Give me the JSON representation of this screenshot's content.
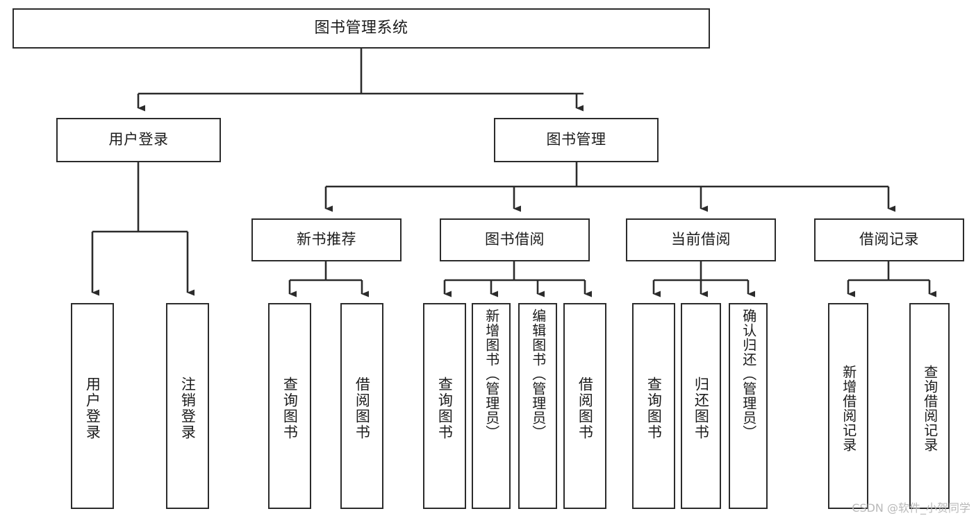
{
  "diagram": {
    "title": "图书管理系统",
    "type": "tree-structure-chart",
    "orientation": "top-down",
    "watermark": "CSDN @软件_小贺同学",
    "colors": {
      "box_border": "#2b2b2b",
      "box_fill": "#ffffff",
      "edge": "#2b2b2b",
      "text": "#1b1b1b",
      "watermark": "#b9b9b9",
      "background": "#ffffff"
    },
    "levels": {
      "root": "图书管理系统",
      "level2": [
        "用户登录",
        "图书管理"
      ],
      "level3": [
        "新书推荐",
        "图书借阅",
        "当前借阅",
        "借阅记录"
      ]
    },
    "nodes": {
      "root": {
        "label": "图书管理系统"
      },
      "user_login": {
        "label": "用户登录"
      },
      "book_manage": {
        "label": "图书管理"
      },
      "new_book_rec": {
        "label": "新书推荐"
      },
      "book_borrow": {
        "label": "图书借阅"
      },
      "current_borrow": {
        "label": "当前借阅"
      },
      "borrow_record": {
        "label": "借阅记录"
      },
      "leaf_user_login": {
        "label": "用户登录"
      },
      "leaf_logout": {
        "label": "注销登录"
      },
      "leaf_query_book_1": {
        "label": "查询图书"
      },
      "leaf_borrow_book_1": {
        "label": "借阅图书"
      },
      "leaf_query_book_2": {
        "label": "查询图书"
      },
      "leaf_add_book_admin": {
        "label": "新增图书（管理员）"
      },
      "leaf_edit_book_admin": {
        "label": "编辑图书（管理员）"
      },
      "leaf_borrow_book_2": {
        "label": "借阅图书"
      },
      "leaf_query_book_3": {
        "label": "查询图书"
      },
      "leaf_return_book": {
        "label": "归还图书"
      },
      "leaf_confirm_return_admin": {
        "label": "确认归还（管理员）"
      },
      "leaf_add_borrow_record": {
        "label": "新增借阅记录"
      },
      "leaf_query_borrow_record": {
        "label": "查询借阅记录"
      }
    },
    "edges": [
      {
        "from": "root",
        "to": "用户登录"
      },
      {
        "from": "root",
        "to": "图书管理"
      },
      {
        "from": "用户登录",
        "to": "用户登录(叶)"
      },
      {
        "from": "用户登录",
        "to": "注销登录"
      },
      {
        "from": "图书管理",
        "to": "新书推荐"
      },
      {
        "from": "图书管理",
        "to": "图书借阅"
      },
      {
        "from": "图书管理",
        "to": "当前借阅"
      },
      {
        "from": "图书管理",
        "to": "借阅记录"
      },
      {
        "from": "新书推荐",
        "to": "查询图书"
      },
      {
        "from": "新书推荐",
        "to": "借阅图书"
      },
      {
        "from": "图书借阅",
        "to": "查询图书"
      },
      {
        "from": "图书借阅",
        "to": "新增图书（管理员）"
      },
      {
        "from": "图书借阅",
        "to": "编辑图书（管理员）"
      },
      {
        "from": "图书借阅",
        "to": "借阅图书"
      },
      {
        "from": "当前借阅",
        "to": "查询图书"
      },
      {
        "from": "当前借阅",
        "to": "归还图书"
      },
      {
        "from": "当前借阅",
        "to": "确认归还（管理员）"
      },
      {
        "from": "借阅记录",
        "to": "新增借阅记录"
      },
      {
        "from": "借阅记录",
        "to": "查询借阅记录"
      }
    ]
  }
}
